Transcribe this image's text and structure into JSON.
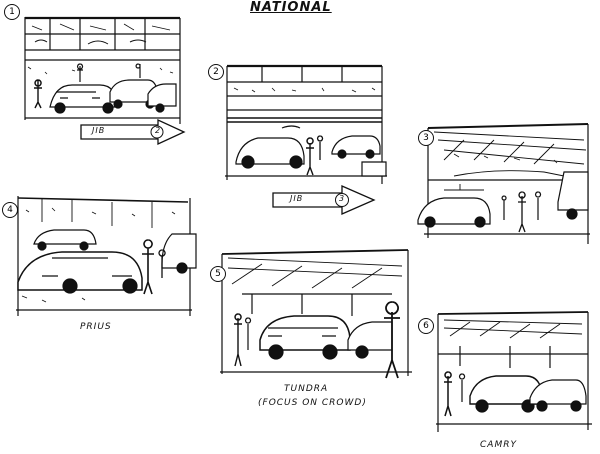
{
  "title": "NATIONAL",
  "panels": [
    {
      "number": "1"
    },
    {
      "number": "2"
    },
    {
      "number": "3"
    },
    {
      "number": "4",
      "caption": "PRIUS"
    },
    {
      "number": "5",
      "caption": "TUNDRA",
      "note": "(FOCUS ON CROWD)"
    },
    {
      "number": "6",
      "caption": "CAMRY"
    }
  ],
  "arrows": [
    {
      "label": "JIB",
      "target": "2"
    },
    {
      "label": "JIB",
      "target": "3"
    }
  ]
}
